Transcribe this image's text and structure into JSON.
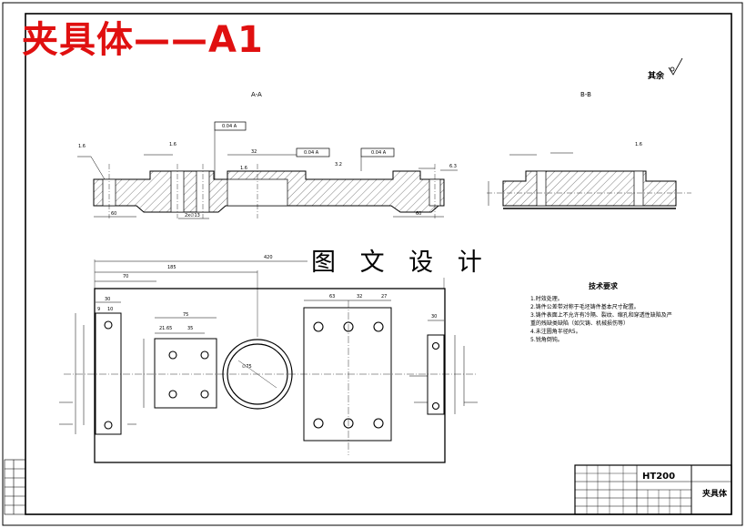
{
  "title": "夹具体——A1",
  "watermark": "图 文 设 计",
  "roughness_note": "其余",
  "sections": {
    "a": "A-A",
    "b": "B-B"
  },
  "tech_requirements": {
    "heading": "技术要求",
    "lines": [
      "1.时效处理。",
      "2.铸件公差带对称于毛坯铸件基本尺寸配置。",
      "3.铸件表面上不允许有冷隔、裂纹、缩孔和穿透性缺陷及严重的残缺类缺陷（如欠铸、机械损伤等）",
      "4.未注圆角半径R5。",
      "5.锐角倒钝。"
    ]
  },
  "title_block": {
    "material": "HT200",
    "part_name": "夹具体"
  },
  "dimensions": {
    "aa_left": "60",
    "aa_right": "60",
    "aa_bottom": "2x∅13",
    "aa_mid": "32",
    "aa_tol": "0.04 A",
    "top_420": "420",
    "top_185": "185",
    "top_70": "70",
    "d_30": "30",
    "d_9": "9",
    "d_10": "10",
    "d_75": "75",
    "d_2165": "21.65",
    "d_35": "35",
    "d_63": "63",
    "d_32": "32",
    "d_27": "27",
    "d_ring": "∅75",
    "roughness_16": "1.6",
    "roughness_32": "3.2",
    "roughness_63": "6.3"
  }
}
